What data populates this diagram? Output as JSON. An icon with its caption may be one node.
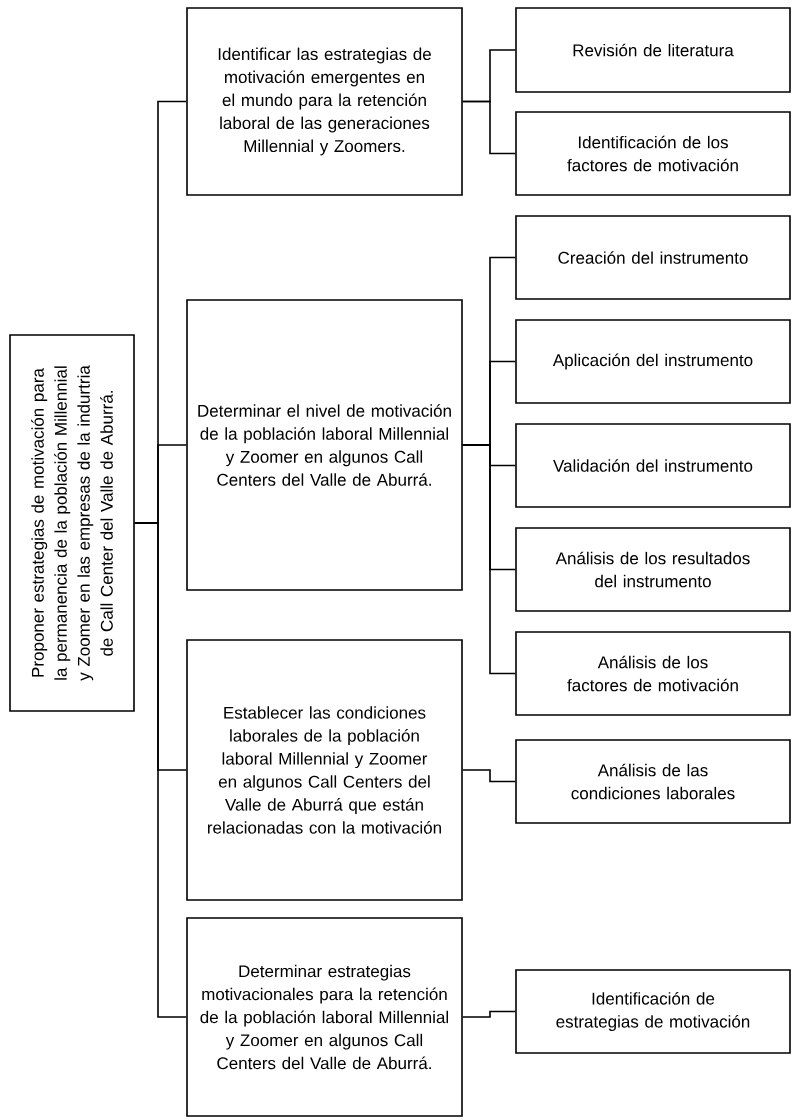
{
  "diagram": {
    "nodes": [
      {
        "text": [
          "Proponer estrategias de motivación para la permanencia de la población Millennial y Zoomer en las empresas de la indurtria de Call Center del Valle de Aburrá."
        ]
      },
      {
        "text": [
          "Identificar las estrategias de motivación emergentes en el mundo para la retención laboral de las generaciones Millennial y Zoomers."
        ]
      },
      {
        "text": [
          "Revisión de literatura"
        ]
      },
      {
        "text": [
          "Identificación de los factores de motivación"
        ]
      },
      {
        "text": [
          "Determinar el nivel de motivación de la población laboral Millennial y Zoomer en algunos Call Centers del Valle de Aburrá."
        ]
      },
      {
        "text": [
          "Creación del instrumento"
        ]
      },
      {
        "text": [
          "Aplicación del instrumento"
        ]
      },
      {
        "text": [
          "Validación del instrumento"
        ]
      },
      {
        "text": [
          "Análisis de los resultados del instrumento"
        ]
      },
      {
        "text": [
          "Análisis de los factores de motivación"
        ]
      },
      {
        "text": [
          "Establecer las condiciones laborales de la población laboral Millennial y Zoomer en algunos Call Centers del Valle de Aburrá que están relacionadas con la motivación"
        ]
      },
      {
        "text": [
          "Análisis de las condiciones laborales"
        ]
      },
      {
        "text": [
          "Determinar estrategias motivacionales para la retención de la población laboral Millennial y Zoomer en algunos Call Centers del Valle de Aburrá."
        ]
      },
      {
        "text": [
          "Identificación de estrategias de motivación"
        ]
      }
    ],
    "edges": [
      {
        "from": 0,
        "to": 1,
        "arrow": "none"
      },
      {
        "from": 0,
        "to": 4,
        "arrow": "none"
      },
      {
        "from": 0,
        "to": 10,
        "arrow": "none"
      },
      {
        "from": 0,
        "to": 12,
        "arrow": "none"
      },
      {
        "from": 1,
        "to": 2,
        "arrow": "none"
      },
      {
        "from": 1,
        "to": 3,
        "arrow": "none"
      },
      {
        "from": 4,
        "to": 5,
        "arrow": "none"
      },
      {
        "from": 4,
        "to": 6,
        "arrow": "none"
      },
      {
        "from": 4,
        "to": 7,
        "arrow": "none"
      },
      {
        "from": 4,
        "to": 8,
        "arrow": "none"
      },
      {
        "from": 4,
        "to": 9,
        "arrow": "none"
      },
      {
        "from": 10,
        "to": 11,
        "arrow": "none"
      },
      {
        "from": 12,
        "to": 13,
        "arrow": "none"
      }
    ]
  }
}
